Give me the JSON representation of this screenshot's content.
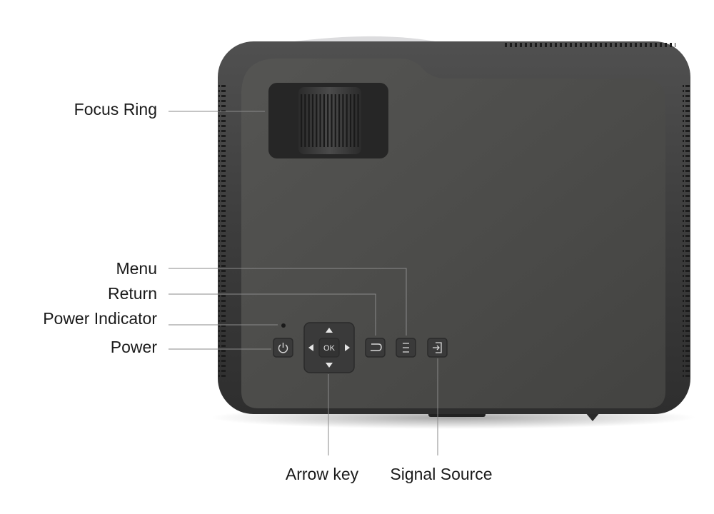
{
  "labels": {
    "focus_ring": "Focus Ring",
    "menu": "Menu",
    "return": "Return",
    "power_indicator": "Power Indicator",
    "power": "Power",
    "arrow_key": "Arrow key",
    "signal_source": "Signal Source"
  },
  "buttons": {
    "ok": "OK"
  },
  "colors": {
    "body": "#3c3c3c",
    "panel": "#4a4a48",
    "leader_line": "#8a8a8a"
  }
}
